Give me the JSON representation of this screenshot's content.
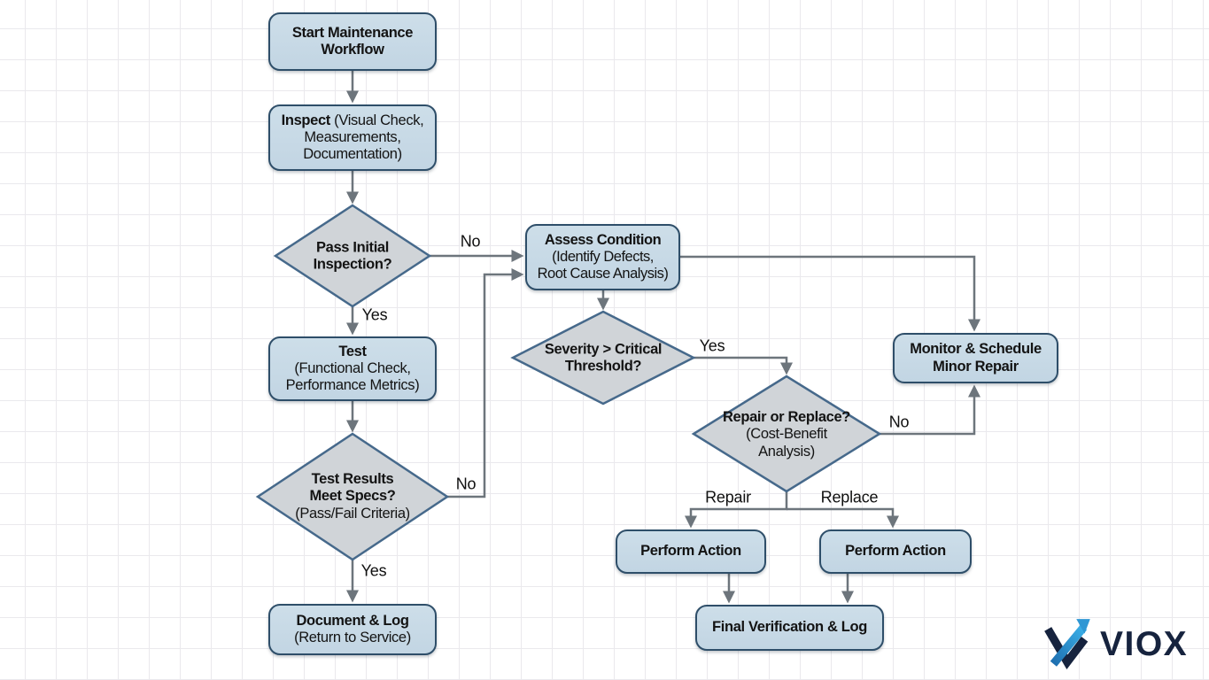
{
  "palette": {
    "box_fill": "#c6d8e5",
    "box_border": "#2e4e69",
    "diamond_fill": "#d0d4d8",
    "diamond_border": "#46698b",
    "connector": "#6d757c",
    "text": "#131313",
    "grid_line": "#eae9ed",
    "logo_navy": "#16233e",
    "logo_blue": "#2f97d4"
  },
  "nodes": {
    "start": {
      "bold": "Start Maintenance\nWorkflow",
      "rest": ""
    },
    "inspect": {
      "bold": "Inspect",
      "rest": " (Visual Check,\nMeasurements,\nDocumentation)"
    },
    "pass_initial": {
      "bold": "Pass Initial\nInspection?",
      "rest": ""
    },
    "assess": {
      "bold": "Assess Condition",
      "rest": "\n(Identify Defects,\nRoot Cause Analysis)"
    },
    "test": {
      "bold": "Test",
      "rest": "\n(Functional Check,\nPerformance Metrics)"
    },
    "test_results": {
      "bold": "Test Results\nMeet Specs?",
      "rest": "\n(Pass/Fail Criteria)"
    },
    "document_log": {
      "bold": "Document & Log",
      "rest": "\n(Return to Service)"
    },
    "severity": {
      "bold": "Severity > Critical\nThreshold?",
      "rest": ""
    },
    "repair_replace": {
      "bold": "Repair or Replace?",
      "rest": "\n(Cost-Benefit\nAnalysis)"
    },
    "monitor": {
      "bold": "Monitor & Schedule\nMinor Repair",
      "rest": ""
    },
    "perform_left": {
      "bold": "Perform Action",
      "rest": ""
    },
    "perform_right": {
      "bold": "Perform Action",
      "rest": ""
    },
    "final_verification": {
      "bold": "Final Verification & Log",
      "rest": ""
    }
  },
  "edge_labels": {
    "pass_no": "No",
    "pass_yes": "Yes",
    "test_no": "No",
    "test_yes": "Yes",
    "severity_yes": "Yes",
    "repair_no": "No",
    "branch_repair": "Repair",
    "branch_replace": "Replace"
  },
  "logo": {
    "text": "VIOX"
  }
}
